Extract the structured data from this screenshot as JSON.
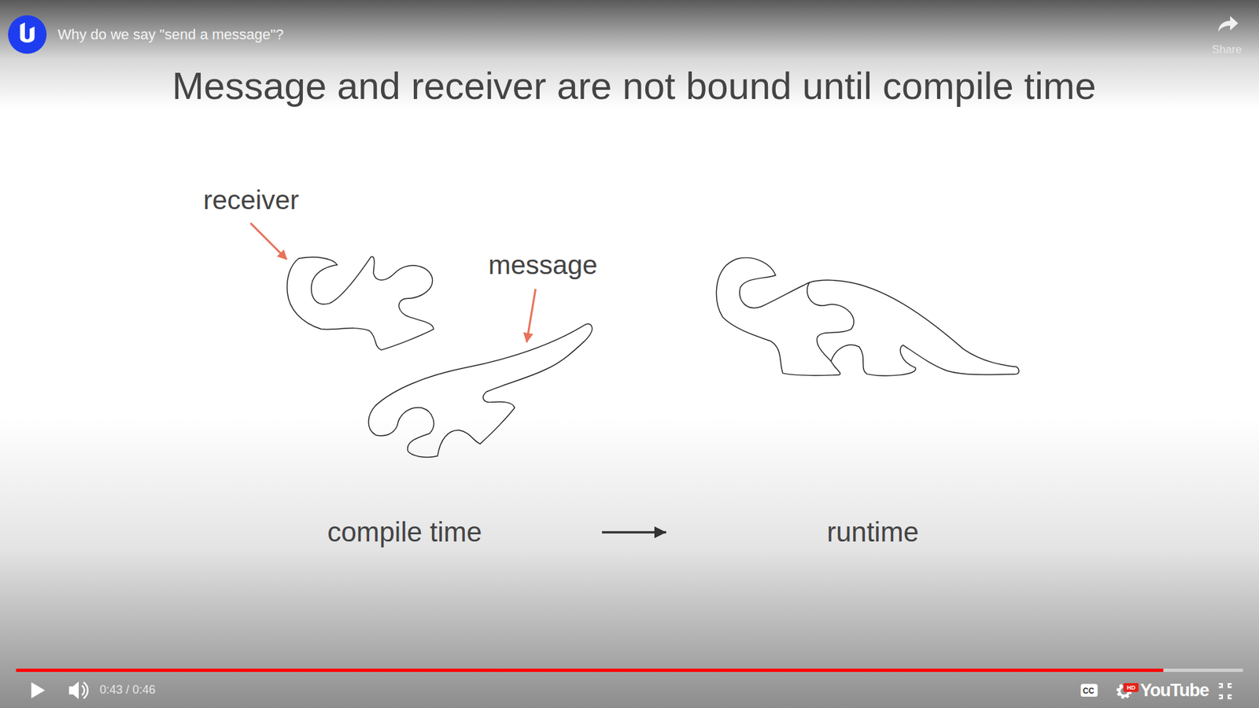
{
  "diagram": {
    "title": "Message and receiver are not bound until compile time",
    "nodes": [
      {
        "text": [
          "compile time"
        ]
      },
      {
        "text": [
          "runtime"
        ]
      }
    ],
    "edges": [
      {
        "from": 0,
        "to": 1,
        "arrow": "to"
      }
    ],
    "labels": [
      "Why do we say \"send a message\"?",
      "Share",
      "receiver",
      "message",
      "0:43 / 0:46",
      "CC",
      "HD",
      "YouTube"
    ]
  }
}
